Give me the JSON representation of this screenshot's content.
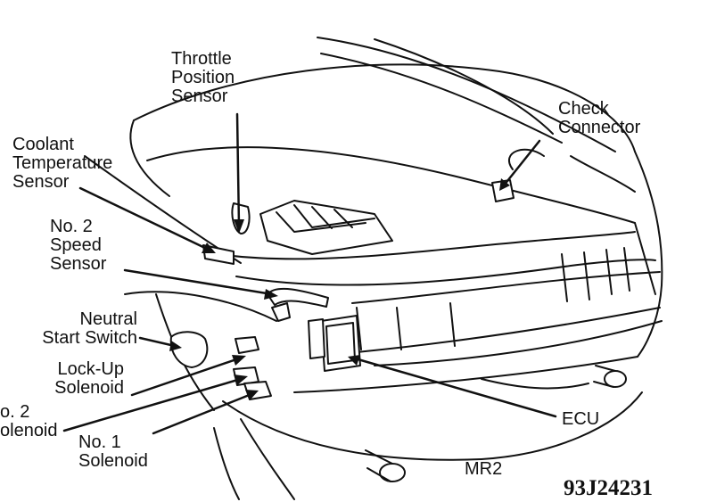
{
  "labels": {
    "throttle": [
      "Throttle",
      "Position",
      "Sensor"
    ],
    "coolant": [
      "Coolant",
      "Temperature",
      "Sensor"
    ],
    "speed": [
      "No. 2",
      "Speed",
      "Sensor"
    ],
    "neutral": [
      "Neutral",
      "Start Switch"
    ],
    "lockup": [
      "Lock-Up",
      "Solenoid"
    ],
    "no2sol": [
      "o. 2",
      "olenoid"
    ],
    "no1sol": [
      "No. 1",
      "Solenoid"
    ],
    "check": [
      "Check",
      "Connector"
    ],
    "ecu": "ECU",
    "model": "MR2"
  },
  "figure_code": "93J24231"
}
